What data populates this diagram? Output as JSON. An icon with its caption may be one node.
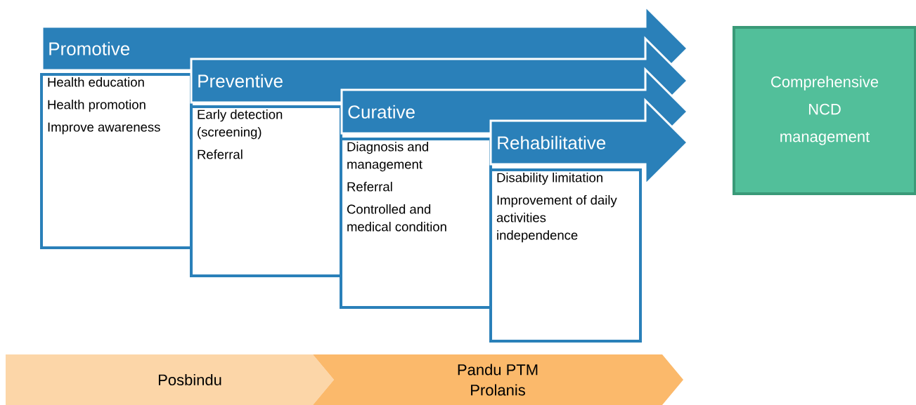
{
  "diagram": {
    "nodes": [
      {
        "text": [
          "Promotive"
        ]
      },
      {
        "text": [
          "Health education",
          "Health promotion",
          "Improve awareness"
        ]
      },
      {
        "text": [
          "Preventive"
        ]
      },
      {
        "text": [
          "Early detection (screening)",
          "Referral"
        ]
      },
      {
        "text": [
          "Curative"
        ]
      },
      {
        "text": [
          "Diagnosis and management",
          "Referral",
          "Controlled and medical condition"
        ]
      },
      {
        "text": [
          "Rehabilitative"
        ]
      },
      {
        "text": [
          "Disability limitation",
          "Improvement of daily activities independence"
        ]
      },
      {
        "text": [
          "Comprehensive NCD management"
        ]
      },
      {
        "text": [
          "Posbindu"
        ]
      },
      {
        "text": [
          "Pandu PTM",
          "Prolanis"
        ]
      }
    ]
  }
}
